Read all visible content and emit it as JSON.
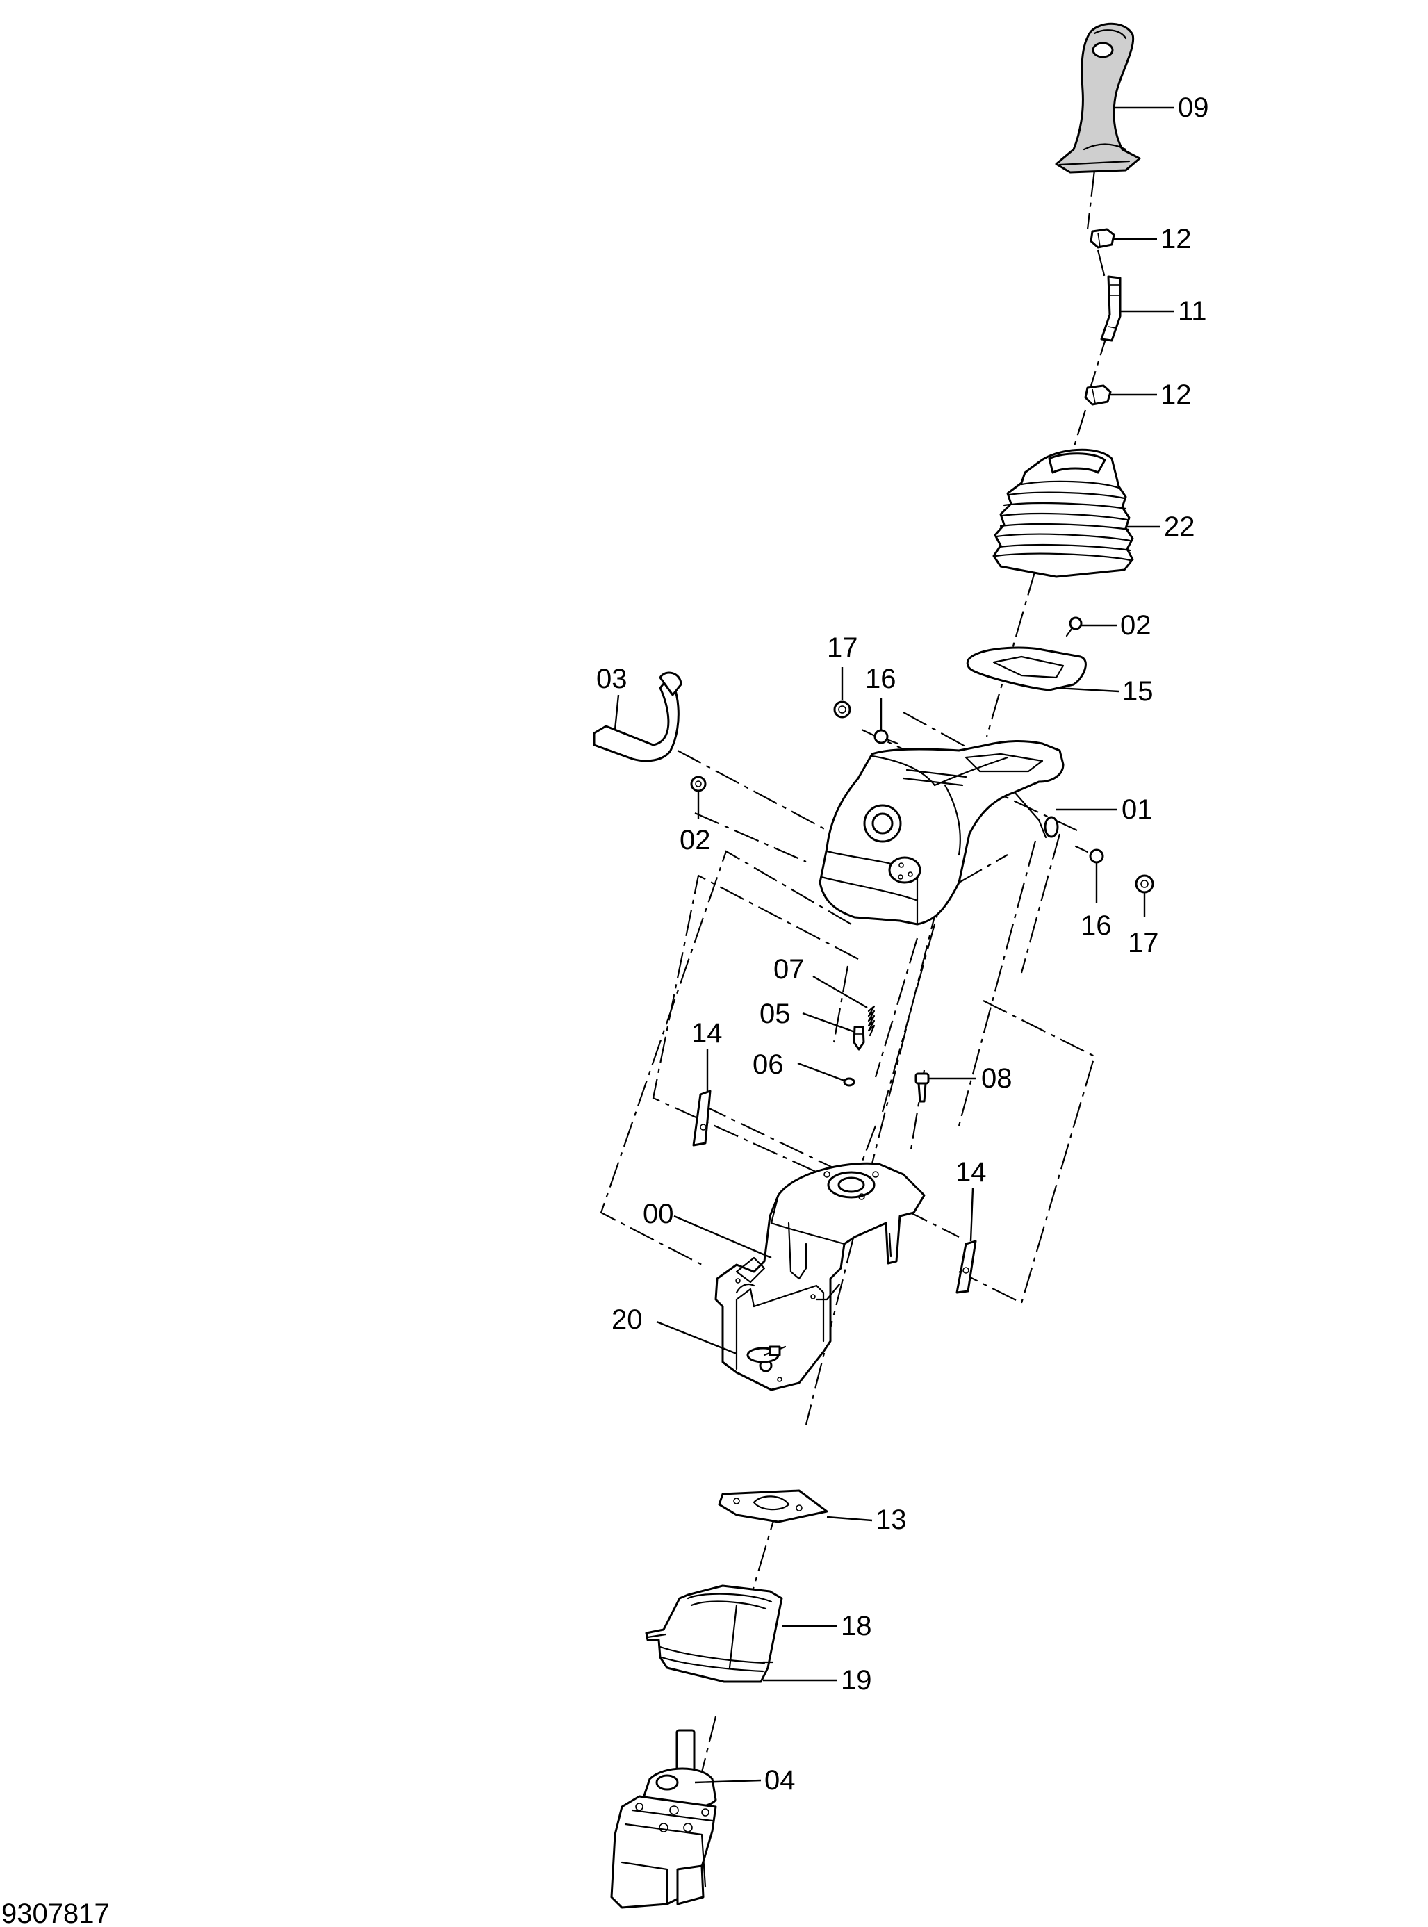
{
  "drawing_number": "9307817",
  "callouts": {
    "c09": "09",
    "c12a": "12",
    "c11": "11",
    "c12b": "12",
    "c22": "22",
    "c02a": "02",
    "c15": "15",
    "c17a": "17",
    "c16a": "16",
    "c03": "03",
    "c01": "01",
    "c02b": "02",
    "c16b": "16",
    "c17b": "17",
    "c07": "07",
    "c05": "05",
    "c06": "06",
    "c14a": "14",
    "c08": "08",
    "c14b": "14",
    "c00": "00",
    "c20": "20",
    "c13": "13",
    "c18": "18",
    "c19": "19",
    "c04": "04"
  }
}
